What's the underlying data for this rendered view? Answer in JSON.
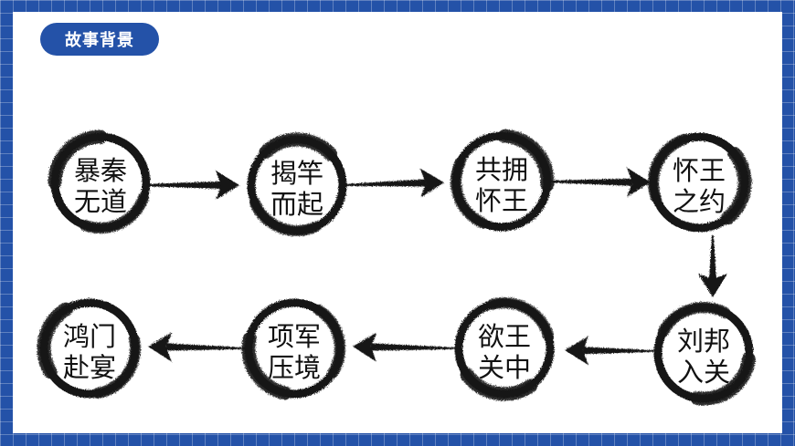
{
  "title": "故事背景",
  "colors": {
    "frame": "#2452a8",
    "panel": "#ffffff",
    "ink": "#151515"
  },
  "nodes": [
    {
      "id": "n1",
      "line1": "暴秦",
      "line2": "无道"
    },
    {
      "id": "n2",
      "line1": "揭竿",
      "line2": "而起"
    },
    {
      "id": "n3",
      "line1": "共拥",
      "line2": "怀王"
    },
    {
      "id": "n4",
      "line1": "怀王",
      "line2": "之约"
    },
    {
      "id": "n5",
      "line1": "刘邦",
      "line2": "入关"
    },
    {
      "id": "n6",
      "line1": "欲王",
      "line2": "关中"
    },
    {
      "id": "n7",
      "line1": "项军",
      "line2": "压境"
    },
    {
      "id": "n8",
      "line1": "鸿门",
      "line2": "赴宴"
    }
  ],
  "edges": [
    {
      "from": "n1",
      "to": "n2"
    },
    {
      "from": "n2",
      "to": "n3"
    },
    {
      "from": "n3",
      "to": "n4"
    },
    {
      "from": "n4",
      "to": "n5"
    },
    {
      "from": "n5",
      "to": "n6"
    },
    {
      "from": "n6",
      "to": "n7"
    },
    {
      "from": "n7",
      "to": "n8"
    }
  ]
}
